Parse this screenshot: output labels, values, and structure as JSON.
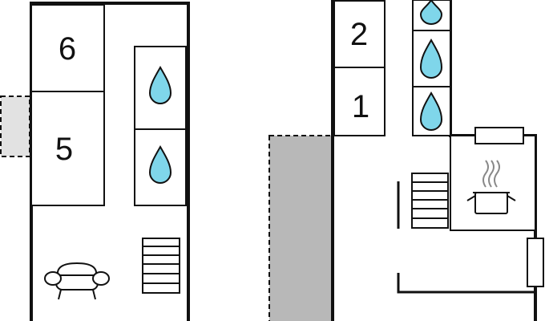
{
  "floorplan": {
    "rooms": [
      {
        "id": "6",
        "label": "6"
      },
      {
        "id": "5",
        "label": "5"
      },
      {
        "id": "2",
        "label": "2"
      },
      {
        "id": "1",
        "label": "1"
      }
    ],
    "icons": {
      "water_drop": "water-drop-icon",
      "stairs": "stairs-icon",
      "sofa": "sofa-icon",
      "cooking_pot": "cooking-pot-icon",
      "radiator": "radiator-icon"
    },
    "colors": {
      "wall": "#111111",
      "water": "#7fd6ea",
      "terrace_dark": "#b8b8b8",
      "terrace_light": "#e2e2e2",
      "background": "#ffffff"
    }
  }
}
